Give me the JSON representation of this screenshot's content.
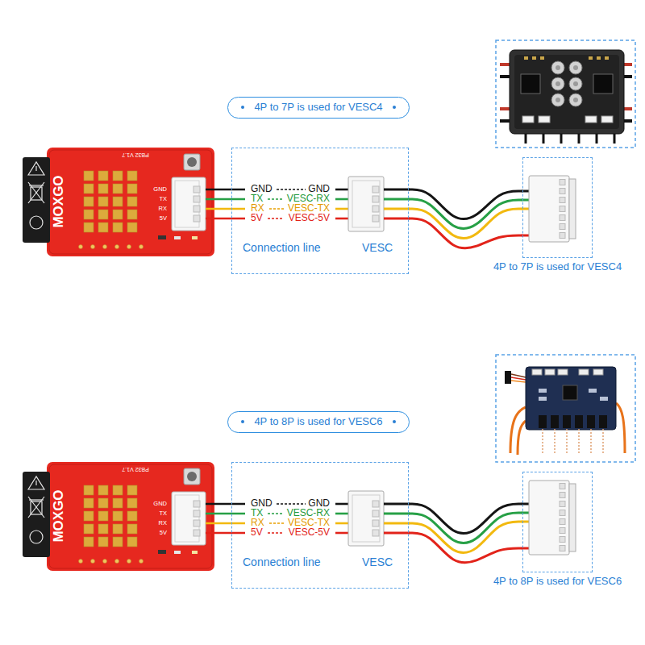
{
  "diagram": {
    "nodes": [
      {
        "text": [
          "4P to 7P is used for VESC4"
        ]
      },
      {
        "text": [
          "Connection line",
          "VESC"
        ]
      },
      {
        "text": [
          "4P to 7P is used for VESC4"
        ]
      },
      {
        "text": [
          "4P to 8P is used for VESC6"
        ]
      },
      {
        "text": [
          "Connection line",
          "VESC"
        ]
      },
      {
        "text": [
          "4P to 8P is used for VESC6"
        ]
      }
    ],
    "edges": [
      {
        "from": 1,
        "to": 2,
        "arrow": "none"
      },
      {
        "from": 4,
        "to": 5,
        "arrow": "none"
      }
    ],
    "labels": [
      "PB32 V1.7",
      "GND",
      "TX",
      "RX",
      "5V",
      "MOXGO",
      "GND",
      "GND",
      "TX",
      "VESC-RX",
      "RX",
      "VESC-TX",
      "5V",
      "VESC-5V",
      "PB32 V1.7",
      "GND",
      "TX",
      "RX",
      "5V",
      "MOXGO",
      "GND",
      "GND",
      "TX",
      "VESC-RX",
      "RX",
      "VESC-TX",
      "5V",
      "VESC-5V"
    ]
  }
}
